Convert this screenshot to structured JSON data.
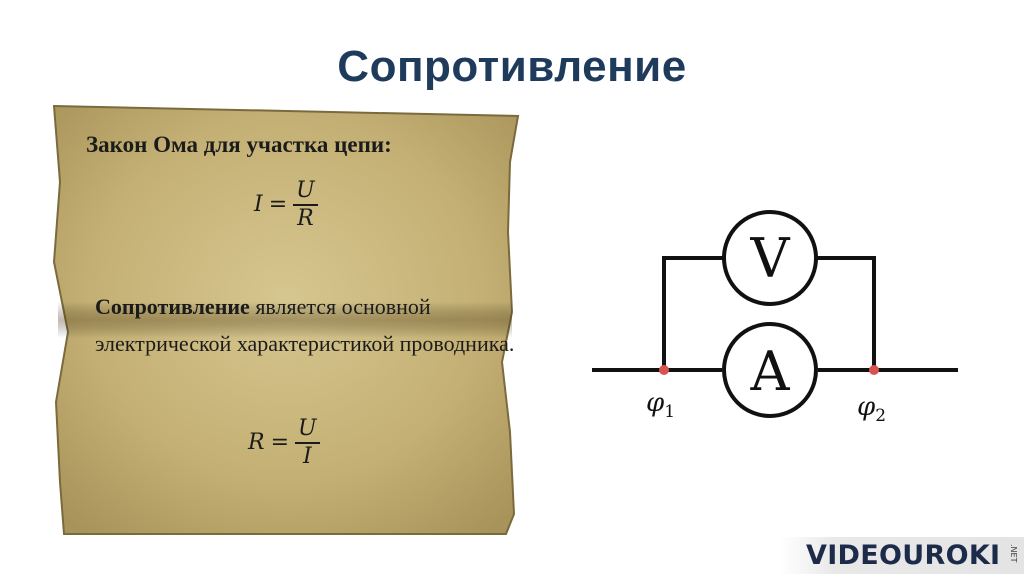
{
  "slide": {
    "title": "Сопротивление",
    "law_heading": "Закон Ома для участка цепи:",
    "formula_current": {
      "lhs": "I",
      "eq": "=",
      "num": "U",
      "den": "R"
    },
    "definition_term": "Сопротивление",
    "definition_rest": " является основной электрической характеристикой проводника.",
    "formula_resistance": {
      "lhs": "R",
      "eq": "=",
      "num": "U",
      "den": "I"
    }
  },
  "circuit": {
    "voltmeter_label": "V",
    "ammeter_label": "A",
    "phi1": {
      "symbol": "φ",
      "sub": "1"
    },
    "phi2": {
      "symbol": "φ",
      "sub": "2"
    },
    "wire_color": "#111111",
    "node_color": "#d9534f"
  },
  "branding": {
    "logo": "VIDEOUROKI",
    "logo_suffix": ".NET"
  },
  "colors": {
    "title": "#1f3b5c",
    "paper": "#c9b77e"
  }
}
